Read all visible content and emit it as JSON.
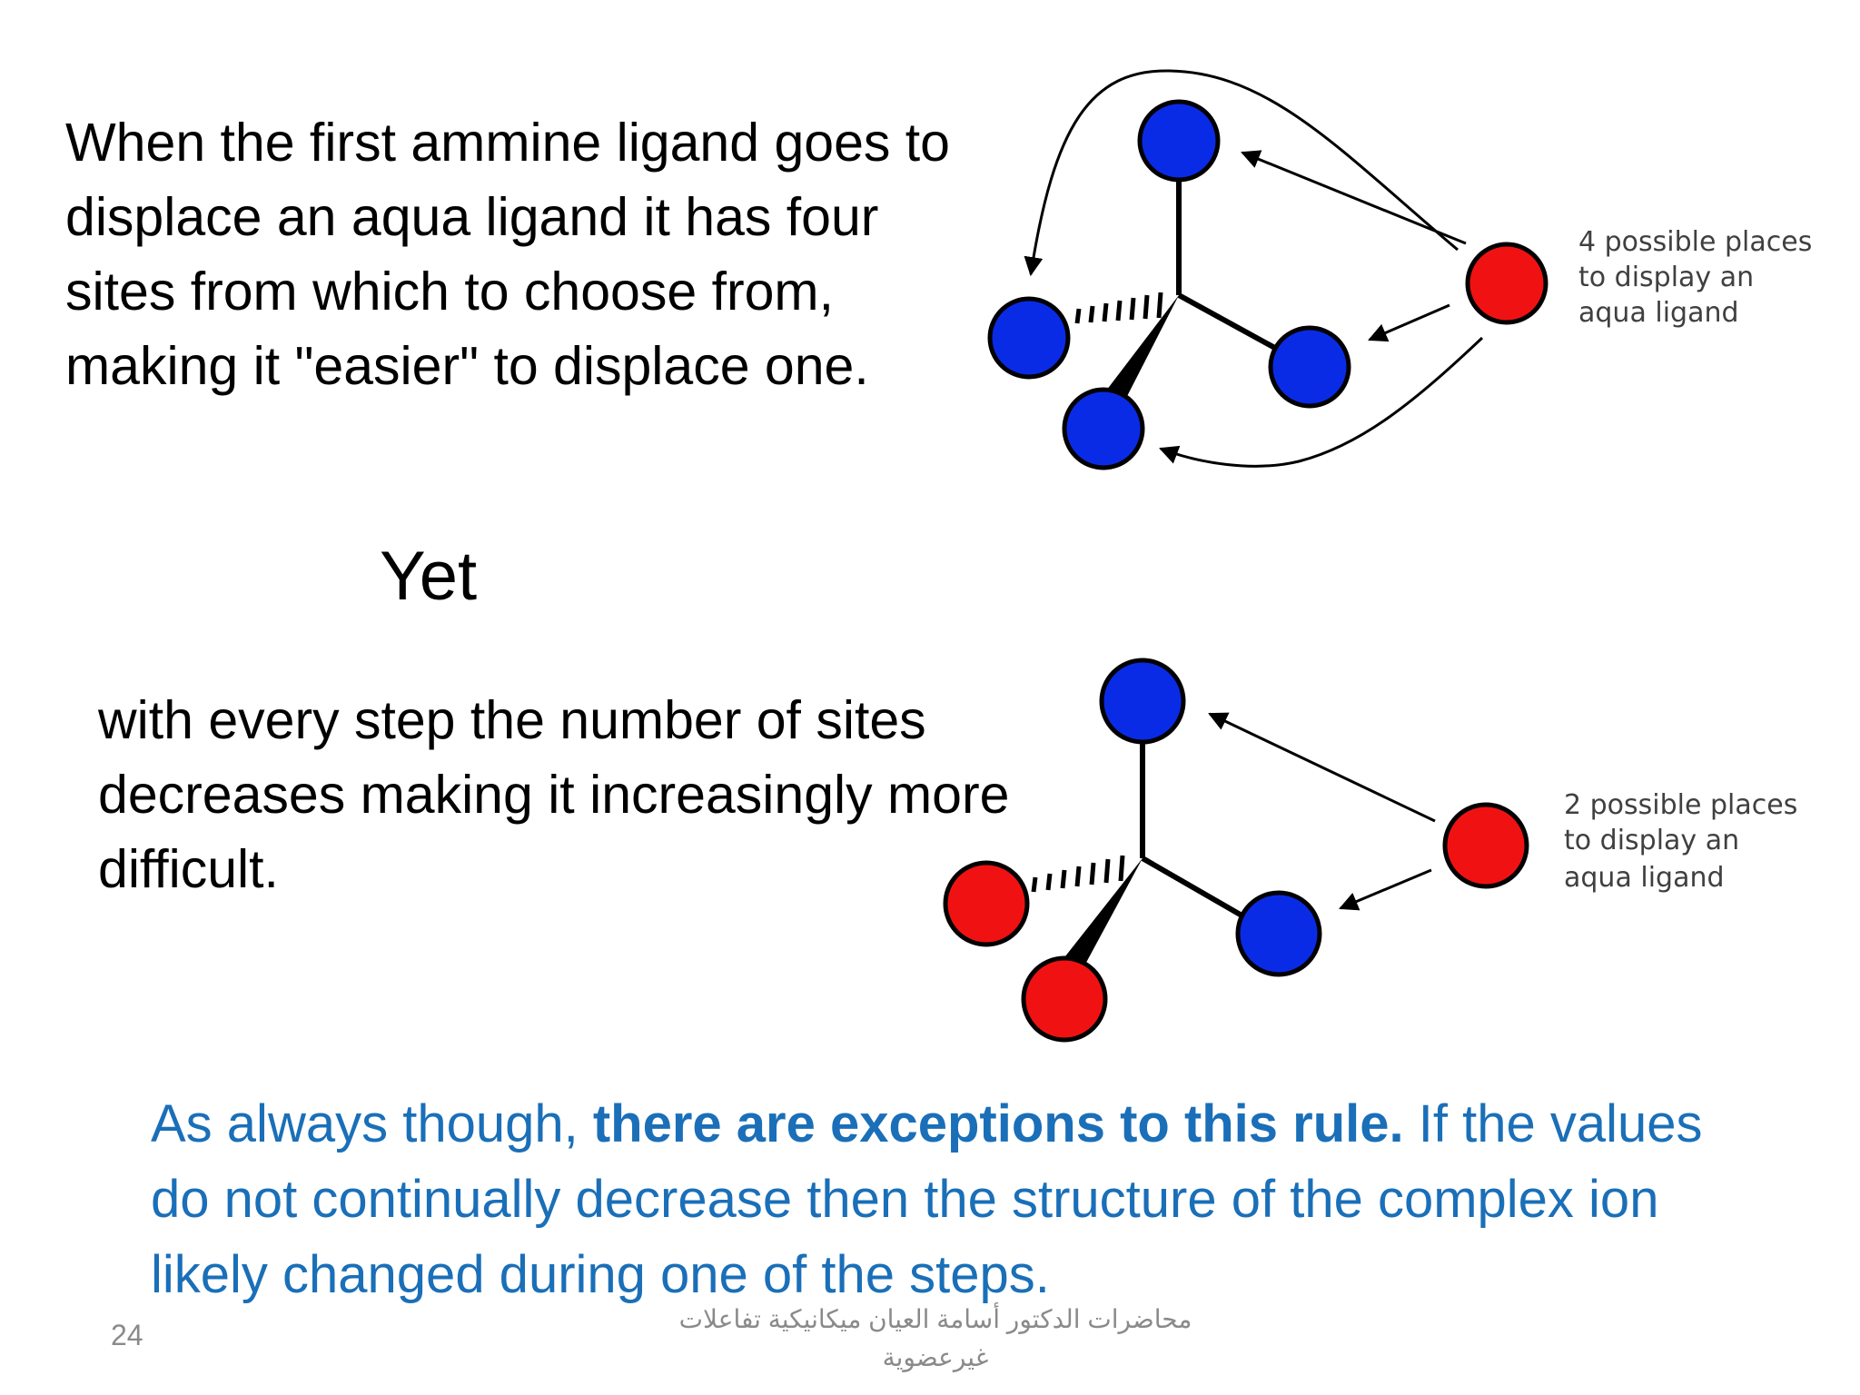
{
  "paragraph_1": "When the first ammine ligand goes to displace an aqua ligand it has four sites from which to choose from, making it \"easier\" to displace one.",
  "yet": "Yet",
  "paragraph_2": "with every step the number of sites decreases making it increasingly more difficult.",
  "paragraph_3": {
    "lead": "As always though, ",
    "bold": "there are exceptions to this rule.",
    "rest": " If the values do not continually decrease then the structure of the complex ion likely changed during one of the steps."
  },
  "diagram_top": {
    "caption_lines": [
      "4 possible places",
      "to display an",
      "aqua ligand"
    ]
  },
  "diagram_bottom": {
    "caption_lines": [
      "2 possible places",
      "to display an",
      "aqua ligand"
    ]
  },
  "colors": {
    "blue_ligand": "#0a2be6",
    "red_ligand": "#f01212",
    "accent_text": "#1a6fb8"
  },
  "page_number": "24",
  "footer_line_1": "محاضرات الدكتور أسامة العيان ميكانيكية تفاعلات",
  "footer_line_2": "غيرعضوية"
}
